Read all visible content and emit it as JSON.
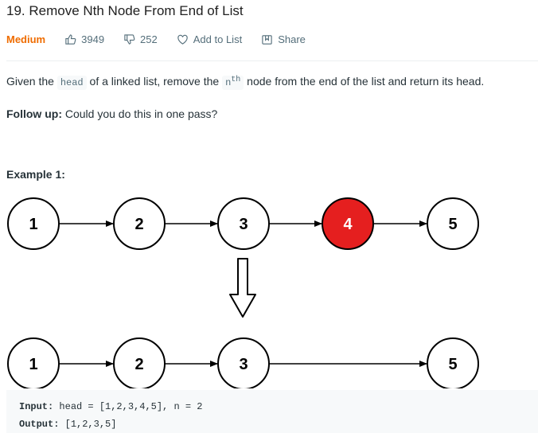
{
  "problem": {
    "title": "19. Remove Nth Node From End of List",
    "difficulty": "Medium",
    "likes": "3949",
    "dislikes": "252",
    "add_to_list": "Add to List",
    "share": "Share"
  },
  "description": {
    "part1": "Given the ",
    "code_head": "head",
    "part2": " of a linked list, remove the ",
    "code_n": "n",
    "sup_th": "th",
    "part3": " node from the end of the list and return its head."
  },
  "follow_up": {
    "label": "Follow up:",
    "text": " Could you do this in one pass?"
  },
  "example": {
    "title": "Example 1:",
    "before_nodes": [
      "1",
      "2",
      "3",
      "4",
      "5"
    ],
    "removed_index": 3,
    "after_nodes": [
      "1",
      "2",
      "3",
      "5"
    ],
    "input_label": "Input:",
    "input_value": " head = [1,2,3,4,5], n = 2",
    "output_label": "Output:",
    "output_value": " [1,2,3,5]"
  },
  "colors": {
    "difficulty": "#ef6c00",
    "removed_node": "#e51f1f",
    "node_stroke": "#000000"
  }
}
